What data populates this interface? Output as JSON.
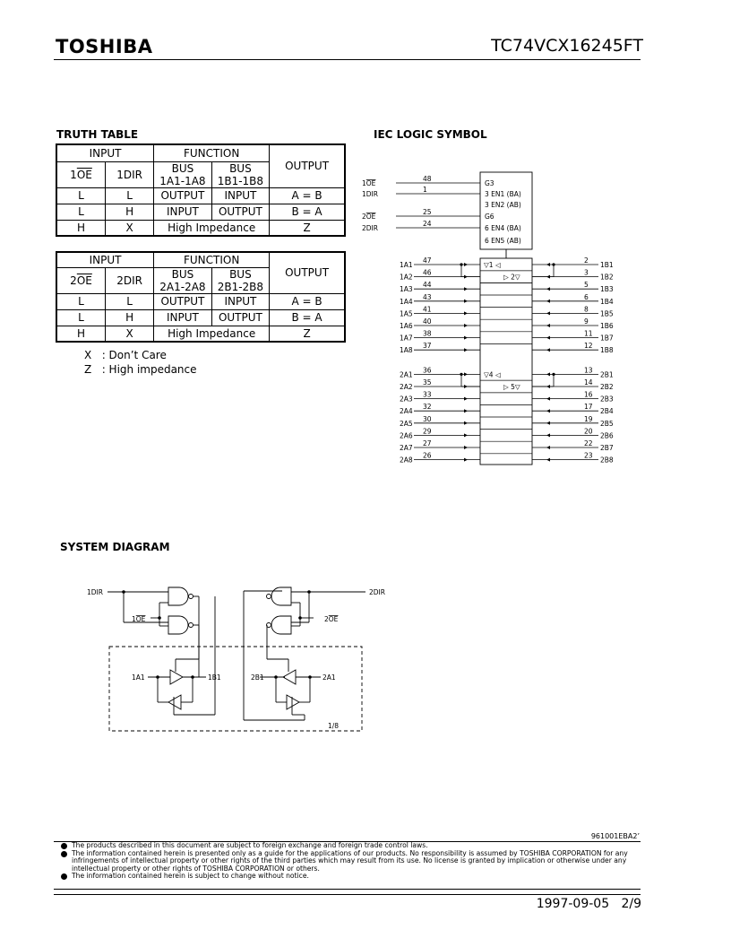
{
  "header": {
    "logo": "TOSHIBA",
    "part_number": "TC74VCX16245FT"
  },
  "truth_table": {
    "title": "TRUTH TABLE",
    "table1": {
      "group_input": "INPUT",
      "group_function": "FUNCTION",
      "col_oe": "1OE",
      "col_oe_prefix": "1",
      "col_oe_bar": "OE",
      "col_dir": "1DIR",
      "col_bus_a_1": "BUS",
      "col_bus_a_2": "1A1-1A8",
      "col_bus_b_1": "BUS",
      "col_bus_b_2": "1B1-1B8",
      "col_output": "OUTPUT",
      "rows": [
        [
          "L",
          "L",
          "OUTPUT",
          "INPUT",
          "A = B"
        ],
        [
          "L",
          "H",
          "INPUT",
          "OUTPUT",
          "B = A"
        ],
        [
          "H",
          "X",
          "High Impedance",
          "Z"
        ]
      ]
    },
    "table2": {
      "group_input": "INPUT",
      "group_function": "FUNCTION",
      "col_oe_prefix": "2",
      "col_oe_bar": "OE",
      "col_dir": "2DIR",
      "col_bus_a_1": "BUS",
      "col_bus_a_2": "2A1-2A8",
      "col_bus_b_1": "BUS",
      "col_bus_b_2": "2B1-2B8",
      "col_output": "OUTPUT",
      "rows": [
        [
          "L",
          "L",
          "OUTPUT",
          "INPUT",
          "A = B"
        ],
        [
          "L",
          "H",
          "INPUT",
          "OUTPUT",
          "B = A"
        ],
        [
          "H",
          "X",
          "High Impedance",
          "Z"
        ]
      ]
    },
    "legend": [
      {
        "sym": "X",
        "desc": ":  Don’t Care"
      },
      {
        "sym": "Z",
        "desc": ": High impedance"
      }
    ]
  },
  "iec": {
    "title": "IEC LOGIC SYMBOL",
    "control": [
      {
        "name": "1OE",
        "pfx": "1",
        "bar": "OE",
        "pin": "48",
        "label": "G3"
      },
      {
        "name": "1DIR",
        "pin": "1",
        "label": "3 EN1 (BA)"
      },
      {
        "name": "",
        "pin": "",
        "label": "3 EN2 (AB)"
      },
      {
        "name": "2OE",
        "pfx": "2",
        "bar": "OE",
        "pin": "25",
        "label": "G6"
      },
      {
        "name": "2DIR",
        "pin": "24",
        "label": "6 EN4 (BA)"
      },
      {
        "name": "",
        "pin": "",
        "label": "6 EN5 (AB)"
      }
    ],
    "row1_label": "▽1  ◁",
    "row2_label": "▷  2▽",
    "row3_label": "▽4  ◁",
    "row4_label": "▷  5▽",
    "left_pins": [
      {
        "name": "1A1",
        "pin": "47"
      },
      {
        "name": "1A2",
        "pin": "46"
      },
      {
        "name": "1A3",
        "pin": "44"
      },
      {
        "name": "1A4",
        "pin": "43"
      },
      {
        "name": "1A5",
        "pin": "41"
      },
      {
        "name": "1A6",
        "pin": "40"
      },
      {
        "name": "1A7",
        "pin": "38"
      },
      {
        "name": "1A8",
        "pin": "37"
      },
      {
        "name": "2A1",
        "pin": "36"
      },
      {
        "name": "2A2",
        "pin": "35"
      },
      {
        "name": "2A3",
        "pin": "33"
      },
      {
        "name": "2A4",
        "pin": "32"
      },
      {
        "name": "2A5",
        "pin": "30"
      },
      {
        "name": "2A6",
        "pin": "29"
      },
      {
        "name": "2A7",
        "pin": "27"
      },
      {
        "name": "2A8",
        "pin": "26"
      }
    ],
    "right_pins": [
      {
        "name": "1B1",
        "pin": "2"
      },
      {
        "name": "1B2",
        "pin": "3"
      },
      {
        "name": "1B3",
        "pin": "5"
      },
      {
        "name": "1B4",
        "pin": "6"
      },
      {
        "name": "1B5",
        "pin": "8"
      },
      {
        "name": "1B6",
        "pin": "9"
      },
      {
        "name": "1B7",
        "pin": "11"
      },
      {
        "name": "1B8",
        "pin": "12"
      },
      {
        "name": "2B1",
        "pin": "13"
      },
      {
        "name": "2B2",
        "pin": "14"
      },
      {
        "name": "2B3",
        "pin": "16"
      },
      {
        "name": "2B4",
        "pin": "17"
      },
      {
        "name": "2B5",
        "pin": "19"
      },
      {
        "name": "2B6",
        "pin": "20"
      },
      {
        "name": "2B7",
        "pin": "22"
      },
      {
        "name": "2B8",
        "pin": "23"
      }
    ]
  },
  "system_diagram": {
    "title": "SYSTEM DIAGRAM",
    "dir1": "1DIR",
    "oe1_pfx": "1",
    "oe1_bar": "OE",
    "dir2": "2DIR",
    "oe2_pfx": "2",
    "oe2_bar": "OE",
    "a1": "1A1",
    "b1": "1B1",
    "b1b": "2B1",
    "a1b": "2A1",
    "ratio": "1/8"
  },
  "footer": {
    "doc_number": "961001EBA2’",
    "notes": [
      "The products described in this document are subject to foreign exchange and foreign trade control laws.",
      "The information contained herein is presented only as a guide for the applications of our products. No responsibility is assumed by TOSHIBA CORPORATION for any infringements of intellectual property or other rights of the third parties which may result from its use. No license is granted by implication or otherwise under any intellectual property or other rights of TOSHIBA CORPORATION or others.",
      "The information contained herein is subject to change without notice."
    ],
    "date": "1997-09-05",
    "page": "2/9"
  }
}
